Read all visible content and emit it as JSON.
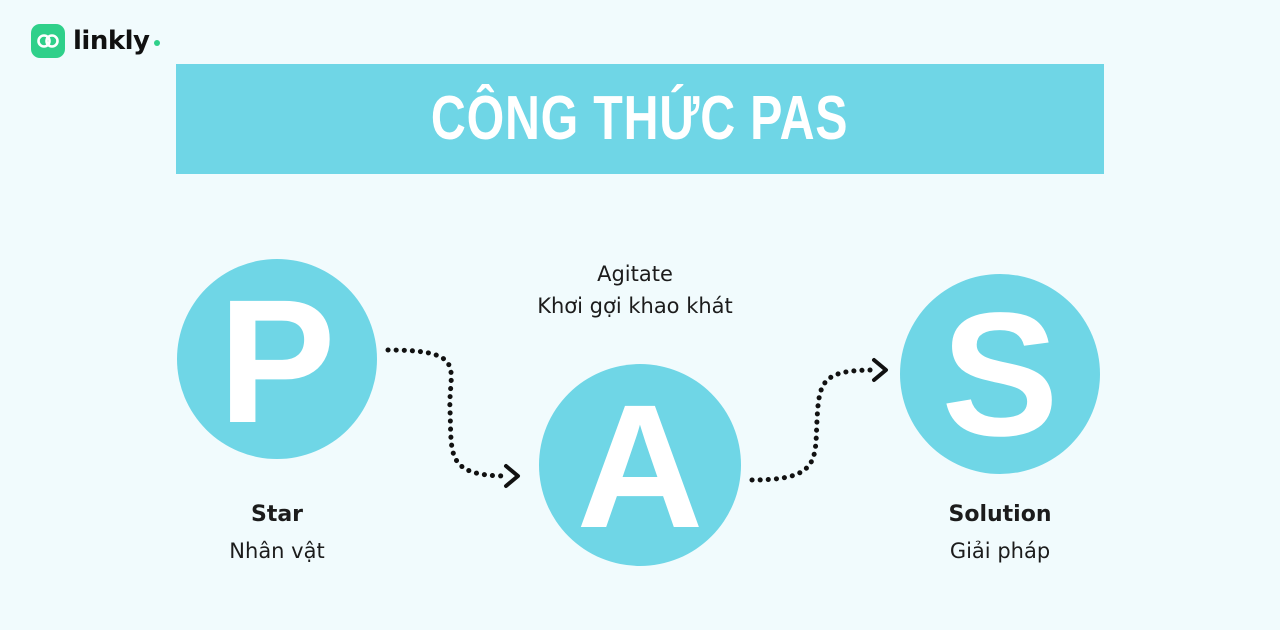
{
  "brand": {
    "name": "linkly",
    "accent_color": "#2fd08a",
    "icon": "link-icon"
  },
  "banner": {
    "title": "CÔNG THỨC PAS",
    "background": "#6fd6e6"
  },
  "steps": [
    {
      "letter": "P",
      "title": "Star",
      "subtitle": "Nhân vật"
    },
    {
      "letter": "A",
      "title": "Agitate",
      "subtitle": "Khơi gợi khao khát"
    },
    {
      "letter": "S",
      "title": "Solution",
      "subtitle": "Giải pháp"
    }
  ],
  "colors": {
    "circle": "#6fd6e6",
    "arrow": "#111111",
    "background": "#f1fbfd"
  }
}
